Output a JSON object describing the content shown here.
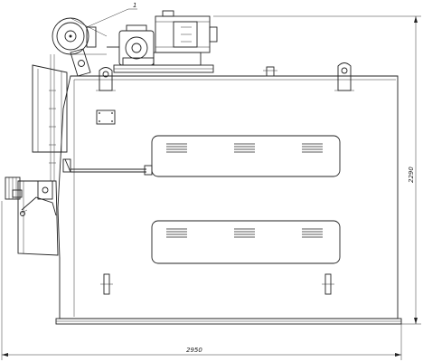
{
  "drawing": {
    "width_dimension": "2950",
    "height_dimension": "2290",
    "leader_label": "1"
  }
}
